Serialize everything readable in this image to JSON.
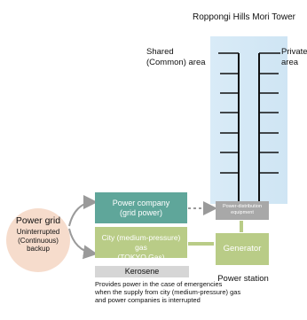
{
  "tower": {
    "title": "Roppongi Hills Mori Tower",
    "shared_area": "Shared\n(Common) area",
    "private_area": "Private\narea"
  },
  "power_grid": {
    "title": "Power grid",
    "subtitle": "Uninterrupted\n(Continuous)\nbackup"
  },
  "power_company": {
    "label": "Power company\n(grid power)"
  },
  "city_gas": {
    "label": "City (medium-pressure) gas\n(TOKYO Gas)"
  },
  "distribution": {
    "label": "Power-distribution\nequipment"
  },
  "generator": {
    "label": "Generator"
  },
  "power_station": {
    "label": "Power station"
  },
  "kerosene": {
    "label": "Kerosene",
    "note": "Provides power in the case of emergencies\nwhen the supply from city (medium-pressure) gas\nand power companies is interrupted"
  },
  "colors": {
    "teal": "#5fa69a",
    "olive": "#b9cc87",
    "gray_box": "#a8a8a8",
    "kerosene_bg": "#d6d6d6",
    "tower_bg": "#d9ebf7",
    "power_grid_bg": "#f6dccc"
  }
}
